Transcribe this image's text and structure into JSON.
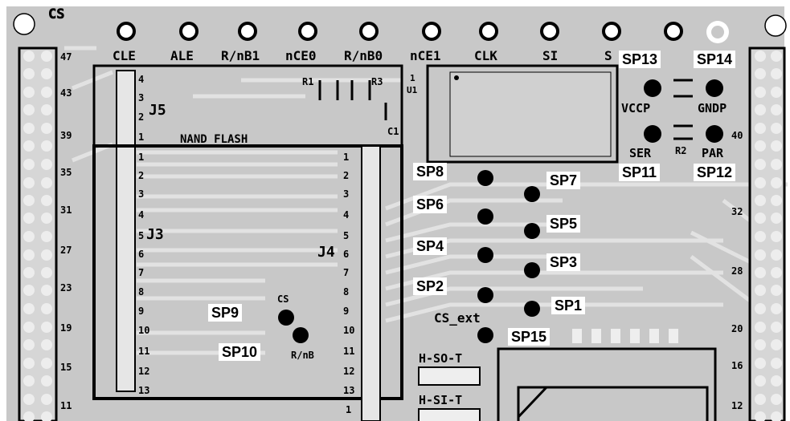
{
  "silk_top_left": "CS",
  "top_pads": [
    "CLE",
    "ALE",
    "R/nB1",
    "nCE0",
    "R/nB0",
    "nCE1",
    "CLK",
    "SI",
    "S"
  ],
  "left_header_numbers": [
    "47",
    "43",
    "39",
    "35",
    "31",
    "27",
    "23",
    "19",
    "15",
    "11"
  ],
  "right_header_numbers": [
    "40",
    "32",
    "28",
    "20",
    "16",
    "12"
  ],
  "j5": {
    "label": "J5",
    "pins": [
      "4",
      "3",
      "2",
      "1"
    ]
  },
  "nand_label": "NAND FLASH",
  "j3": {
    "label": "J3",
    "pins": [
      "1",
      "2",
      "3",
      "4",
      "5",
      "6",
      "7",
      "8",
      "9",
      "10",
      "11",
      "12",
      "13"
    ]
  },
  "j4": {
    "label": "J4",
    "pins": [
      "1",
      "2",
      "3",
      "4",
      "5",
      "6",
      "7",
      "8",
      "9",
      "10",
      "11",
      "12",
      "13",
      "1"
    ]
  },
  "r1_label": "R1",
  "r3_label": "R3",
  "u1_label": "U1",
  "u1_pin": "1",
  "c1_label": "C1",
  "r2_label": "R2",
  "cs_ext_label": "CS_ext",
  "cs_label": "CS",
  "rnb_label": "R/nB",
  "vccp_label": "VCCP",
  "gndp_label": "GNDP",
  "ser_label": "SER",
  "par_label": "PAR",
  "hso_label": "H-SO-T",
  "hsi_label": "H-SI-T",
  "testpoints": {
    "sp1": "SP1",
    "sp2": "SP2",
    "sp3": "SP3",
    "sp4": "SP4",
    "sp5": "SP5",
    "sp6": "SP6",
    "sp7": "SP7",
    "sp8": "SP8",
    "sp9": "SP9",
    "sp10": "SP10",
    "sp11": "SP11",
    "sp12": "SP12",
    "sp13": "SP13",
    "sp14": "SP14",
    "sp15": "SP15"
  },
  "colors": {
    "board": "#c8c8c8",
    "trace": "#e0e0e0",
    "copper_line": "#000000",
    "label_bg": "#ffffff"
  }
}
